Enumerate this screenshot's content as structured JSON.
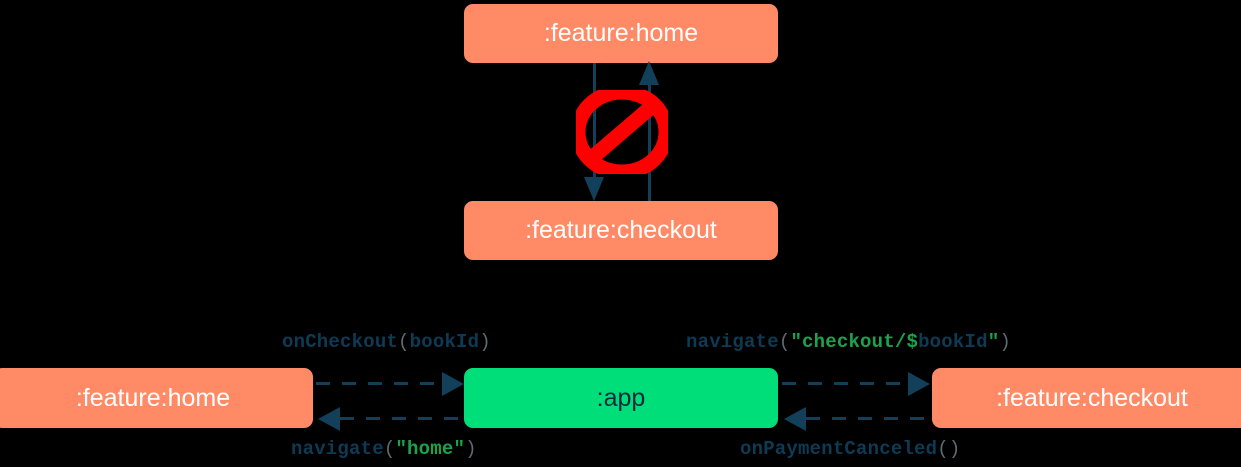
{
  "diagram": {
    "title": "module-navigation-diagram",
    "background": "#000000",
    "colors": {
      "node_salmon": "#FF8A65",
      "node_green": "#00DE7A",
      "edge_navy": "#12405A",
      "string_green": "#1BA34B",
      "forbidden_red": "#FF0000",
      "text_white": "#FFFFFF",
      "text_navy": "#0B2B3C"
    },
    "top_section": {
      "nodes": [
        {
          "id": "home-top",
          "label": ":feature:home",
          "style": "salmon"
        },
        {
          "id": "checkout-top",
          "label": ":feature:checkout",
          "style": "salmon"
        }
      ],
      "edges": [
        {
          "id": "home-to-checkout",
          "direction": "down",
          "style": "solid"
        },
        {
          "id": "checkout-to-home",
          "direction": "up",
          "style": "solid"
        }
      ],
      "annotation": {
        "icon": "no-entry-icon",
        "meaning": "forbidden"
      }
    },
    "bottom_section": {
      "nodes": [
        {
          "id": "home-bottom",
          "label": ":feature:home",
          "style": "salmon"
        },
        {
          "id": "app",
          "label": ":app",
          "style": "green"
        },
        {
          "id": "checkout-bottom",
          "label": ":feature:checkout",
          "style": "salmon"
        }
      ],
      "edges": [
        {
          "id": "home-to-app",
          "direction": "right",
          "style": "dashed",
          "label_position": "above",
          "tokens": [
            {
              "text": "onCheckout",
              "kind": "fn"
            },
            {
              "text": "(",
              "kind": "paren"
            },
            {
              "text": "bookId",
              "kind": "var"
            },
            {
              "text": ")",
              "kind": "paren"
            }
          ],
          "label_text": "onCheckout(bookId)"
        },
        {
          "id": "app-to-checkout",
          "direction": "right",
          "style": "dashed",
          "label_position": "above",
          "tokens": [
            {
              "text": "navigate",
              "kind": "fn"
            },
            {
              "text": "(",
              "kind": "paren"
            },
            {
              "text": "\"checkout/",
              "kind": "str"
            },
            {
              "text": "$",
              "kind": "str"
            },
            {
              "text": "bookId",
              "kind": "var"
            },
            {
              "text": "\"",
              "kind": "str"
            },
            {
              "text": ")",
              "kind": "paren"
            }
          ],
          "label_text": "navigate(\"checkout/$bookId\")"
        },
        {
          "id": "app-to-home",
          "direction": "left",
          "style": "dashed",
          "label_position": "below",
          "tokens": [
            {
              "text": "navigate",
              "kind": "fn"
            },
            {
              "text": "(",
              "kind": "paren"
            },
            {
              "text": "\"home\"",
              "kind": "str"
            },
            {
              "text": ")",
              "kind": "paren"
            }
          ],
          "label_text": "navigate(\"home\")"
        },
        {
          "id": "checkout-to-app",
          "direction": "left",
          "style": "dashed",
          "label_position": "below",
          "tokens": [
            {
              "text": "onPaymentCanceled",
              "kind": "fn"
            },
            {
              "text": "()",
              "kind": "paren"
            }
          ],
          "label_text": "onPaymentCanceled()"
        }
      ]
    }
  }
}
